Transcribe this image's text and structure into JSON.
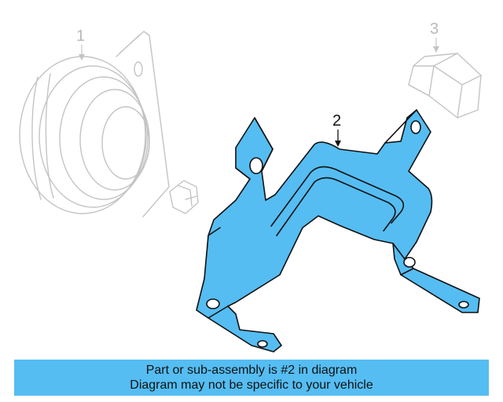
{
  "callouts": {
    "part_1": "1",
    "part_2": "2",
    "part_3": "3"
  },
  "caption": {
    "line1": "Part or sub-assembly is #2 in diagram",
    "line2": "Diagram may not be specific to your vehicle"
  },
  "colors": {
    "highlight_part": "#55bdf2",
    "caption_bar": "#55bdf2",
    "outline": "#111111",
    "ghost_parts": "#c0c0c0"
  }
}
